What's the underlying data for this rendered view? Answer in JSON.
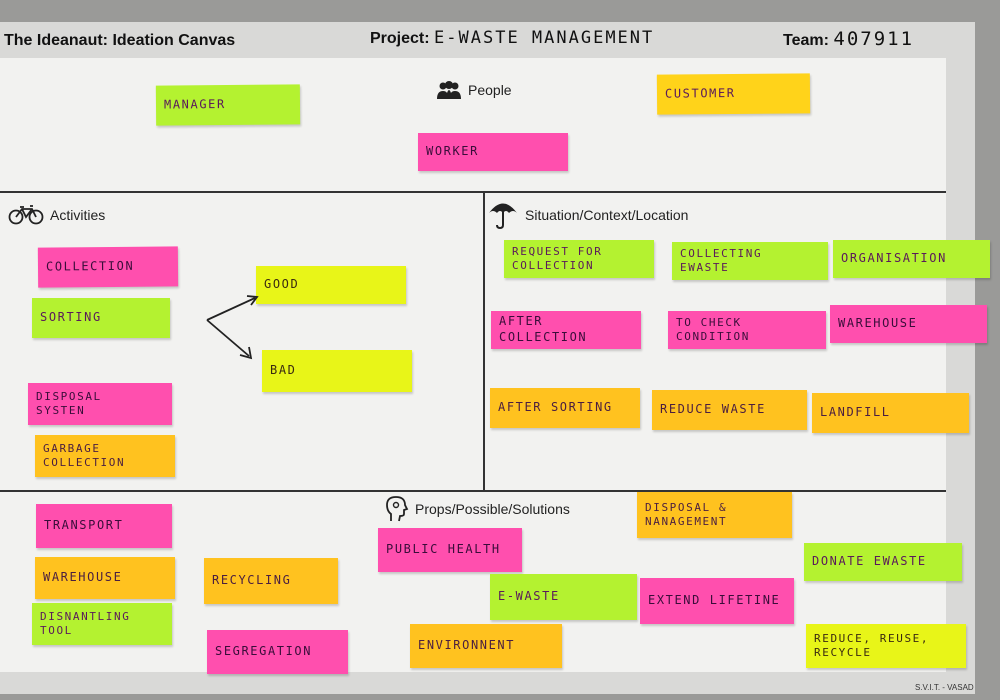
{
  "header": {
    "canvas_title": "The Ideanaut: Ideation Canvas",
    "project_label": "Project:",
    "project_value": "E-WASTE MANAGEMENT",
    "team_label": "Team:",
    "team_value": "407911"
  },
  "sections": {
    "people": "People",
    "activities": "Activities",
    "situation": "Situation/Context/Location",
    "props": "Props/Possible/Solutions"
  },
  "notes": {
    "people": {
      "manager": "MANAGER",
      "customer": "CUSTOMER",
      "worker": "WORKER"
    },
    "activities": {
      "collection": "COLLECTION",
      "sorting": "SORTING",
      "good": "GOOD",
      "bad": "BAD",
      "disposal_system": "DISPOSAL\n      SYSTEN",
      "garbage_collection": "GARBAGE\n       COLLECTION"
    },
    "situation": {
      "request_for_collection": "REQUEST  FOR\n      COLLECTION",
      "collecting_ewaste": "COLLECTING\n         EWASTE",
      "organisation": "ORGANISATION",
      "after_collection": "AFTER COLLECTION",
      "to_check_condition": "TO CHECK CONDITION",
      "warehouse": "WAREHOUSE",
      "after_sorting": "AFTER SORTING",
      "reduce_waste": "REDUCE  WASTE",
      "landfill": "LANDFILL"
    },
    "props": {
      "transport": "TRANSPORT",
      "warehouse": "WAREHOUSE",
      "dismantling_tool": "DISNANTLING TOOL",
      "recycling": "RECYCLING",
      "segregation": "SEGREGATION",
      "public_health": "PUBLIC HEALTH",
      "e_waste": "E-WASTE",
      "environment": "ENVIRONNENT",
      "disposal_management": "DISPOSAL  &\n    NANAGEMENT",
      "extend_lifetime": "EXTEND LIFETINE",
      "donate_ewaste": "DONATE EWASTE",
      "reduce_reuse_recycle": "REDUCE, REUSE,\n     RECYCLE"
    }
  },
  "footer": {
    "stamp": "S.V.I.T. - VASAD"
  },
  "colors": {
    "pink": "#ff4fae",
    "green": "#b4f230",
    "yellow": "#ffd31a",
    "lime": "#e8f518",
    "orange": "#ffc21f"
  }
}
